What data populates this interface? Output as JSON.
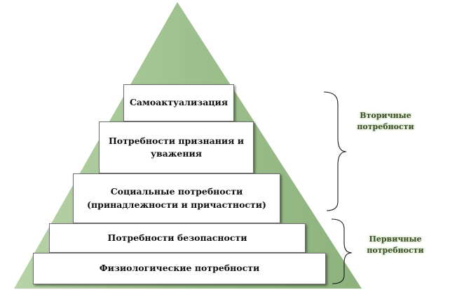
{
  "diagram": {
    "levels": [
      {
        "id": "self-actualization",
        "lines": [
          "Самоактуализация"
        ]
      },
      {
        "id": "esteem",
        "lines": [
          "Потребности признания и",
          "уважения"
        ]
      },
      {
        "id": "social",
        "lines": [
          "Социальные потребности",
          "(принадлежности и причастности)"
        ]
      },
      {
        "id": "safety",
        "lines": [
          "Потребности безопасности"
        ]
      },
      {
        "id": "physiological",
        "lines": [
          "Физиологические потребности"
        ]
      }
    ],
    "groups": {
      "secondary": {
        "lines": [
          "Вторичные",
          "потребности"
        ]
      },
      "primary": {
        "lines": [
          "Первичные",
          "потребности"
        ]
      }
    },
    "colors": {
      "pyramid_fill": "#9ec08e",
      "box_fill": "#ffffff",
      "box_border": "#6e6e6e",
      "brace": "#1a1a1a",
      "group_text": "#3d4f2e",
      "group_glow": "#c9ddb3"
    }
  }
}
